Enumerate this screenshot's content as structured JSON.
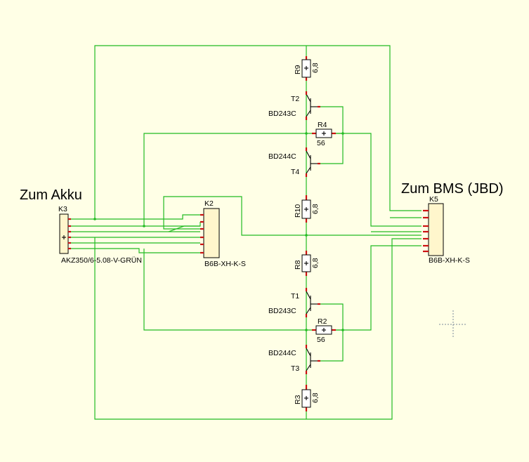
{
  "headings": {
    "left": "Zum Akku",
    "right": "Zum BMS (JBD)"
  },
  "connectors": {
    "k3": {
      "name": "K3",
      "value": "AKZ350/6-5.08-V-GRÜN"
    },
    "k2": {
      "name": "K2",
      "value": "B6B-XH-K-S"
    },
    "k5": {
      "name": "K5",
      "value": "B6B-XH-K-S"
    }
  },
  "resistors": {
    "r9": {
      "name": "R9",
      "value": "6,8"
    },
    "r4": {
      "name": "R4",
      "value": "56"
    },
    "r10": {
      "name": "R10",
      "value": "6,8"
    },
    "r8": {
      "name": "R8",
      "value": "6,8"
    },
    "r2": {
      "name": "R2",
      "value": "56"
    },
    "r3": {
      "name": "R3",
      "value": "6,8"
    }
  },
  "transistors": {
    "t2": {
      "name": "T2",
      "value": "BD243C"
    },
    "t4": {
      "name": "T4",
      "value": "BD244C"
    },
    "t1": {
      "name": "T1",
      "value": "BD243C"
    },
    "t3": {
      "name": "T3",
      "value": "BD244C"
    }
  },
  "colors": {
    "background": "#ffffe6",
    "wire": "#22bb22",
    "pad": "#cc1111",
    "component": "#000000"
  }
}
